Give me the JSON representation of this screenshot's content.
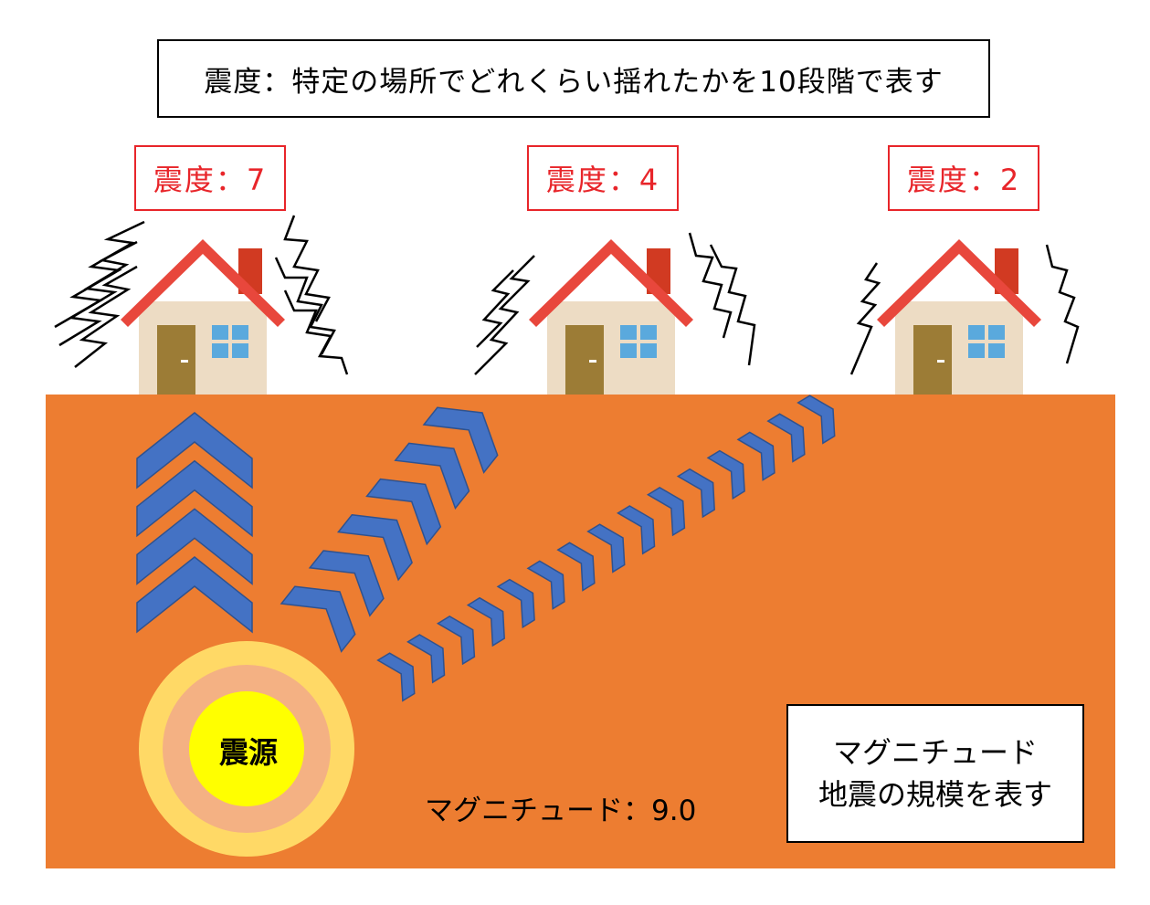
{
  "title": "震度：特定の場所でどれくらい揺れたかを10段階で表す",
  "houses": [
    {
      "intensity_label": "震度：7",
      "intensity": 7
    },
    {
      "intensity_label": "震度：4",
      "intensity": 4
    },
    {
      "intensity_label": "震度：2",
      "intensity": 2
    }
  ],
  "focus_label": "震源",
  "magnitude_value_label": "マグニチュード：9.0",
  "magnitude_note": {
    "line1": "マグニチュード",
    "line2": "地震の規模を表す"
  },
  "colors": {
    "ground": "#ed7d31",
    "wave_arrow": "#4472c4",
    "intensity_text": "#e8252a",
    "roof": "#e8473c",
    "chimney": "#d13a22",
    "house_wall": "#eddcc4",
    "door": "#9c7c36",
    "window": "#5aa9dd",
    "focus_core": "#ffff00",
    "focus_ring_inner": "#f4b183",
    "focus_ring_outer": "#ffd966"
  }
}
